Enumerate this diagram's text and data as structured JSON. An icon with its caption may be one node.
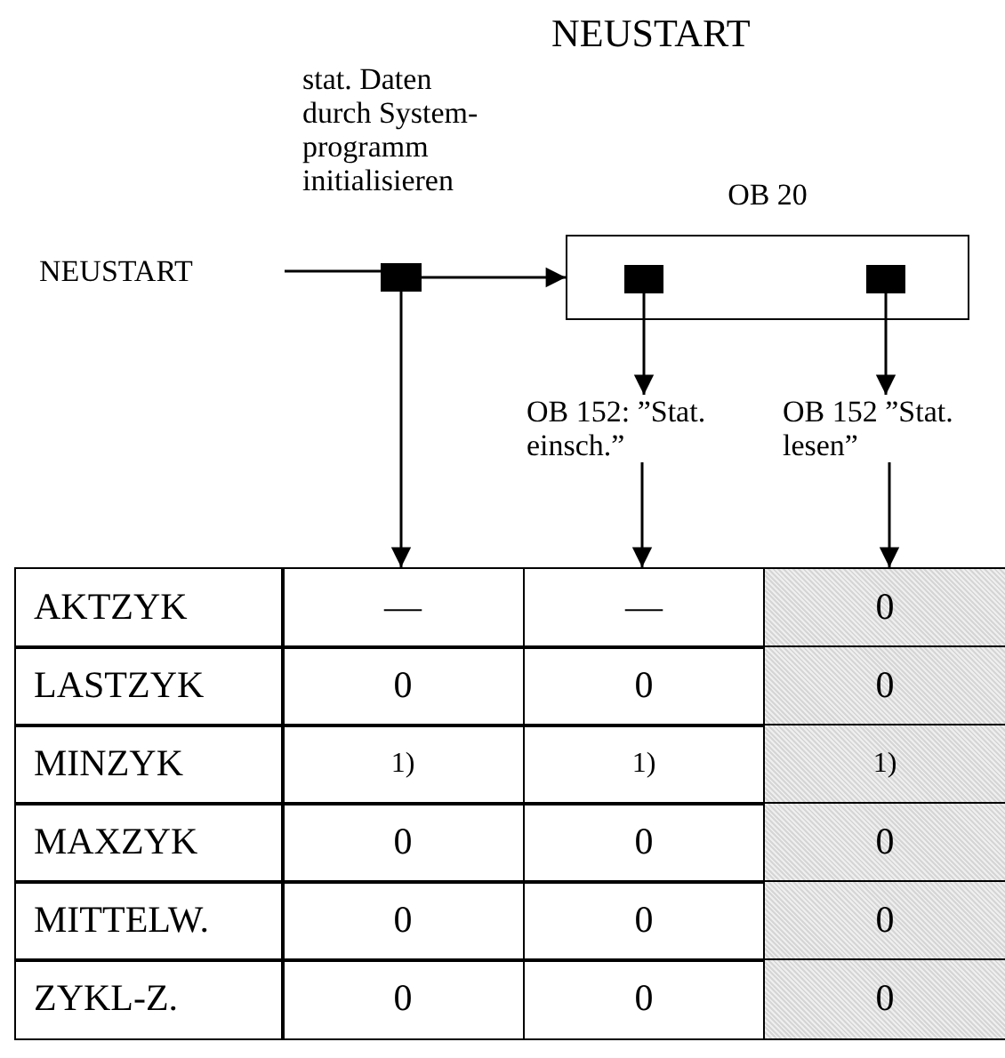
{
  "diagram": {
    "title": "NEUSTART",
    "nodes": [
      {
        "text": [
          "NEUSTART"
        ]
      },
      {
        "text": [],
        "shape": "box",
        "beside": [
          "stat. Daten durch System- programm initialisieren"
        ]
      },
      {
        "text": [
          "OB 20"
        ]
      },
      {
        "text": [],
        "shape": "box",
        "in": 2
      },
      {
        "text": [],
        "shape": "box",
        "in": 2
      },
      {
        "text": [
          "OB 152: ”Stat. einsch.”"
        ]
      },
      {
        "text": [
          "OB 152 ”Stat. lesen”"
        ]
      },
      {
        "text": [
          "AKTZYK",
          "LASTZYK",
          "MINZYK",
          "MAXZYK",
          "MITTELW.",
          "ZYKL-Z."
        ]
      },
      {
        "text": [
          "—",
          "0",
          "1)",
          "0",
          "0",
          "0"
        ]
      },
      {
        "text": [
          "—",
          "0",
          "1)",
          "0",
          "0",
          "0"
        ]
      },
      {
        "text": [
          "0",
          "0",
          "1)",
          "0",
          "0",
          "0"
        ]
      }
    ],
    "edges": [
      {
        "from": 0,
        "to": 1,
        "arrow": "none"
      },
      {
        "from": 1,
        "to": 2,
        "arrow": "to"
      },
      {
        "from": 1,
        "to": 8,
        "arrow": "to"
      },
      {
        "from": 3,
        "to": 5,
        "arrow": "to"
      },
      {
        "from": 4,
        "to": 6,
        "arrow": "to"
      },
      {
        "from": 5,
        "to": 9,
        "arrow": "to"
      },
      {
        "from": 6,
        "to": 10,
        "arrow": "to"
      }
    ]
  }
}
